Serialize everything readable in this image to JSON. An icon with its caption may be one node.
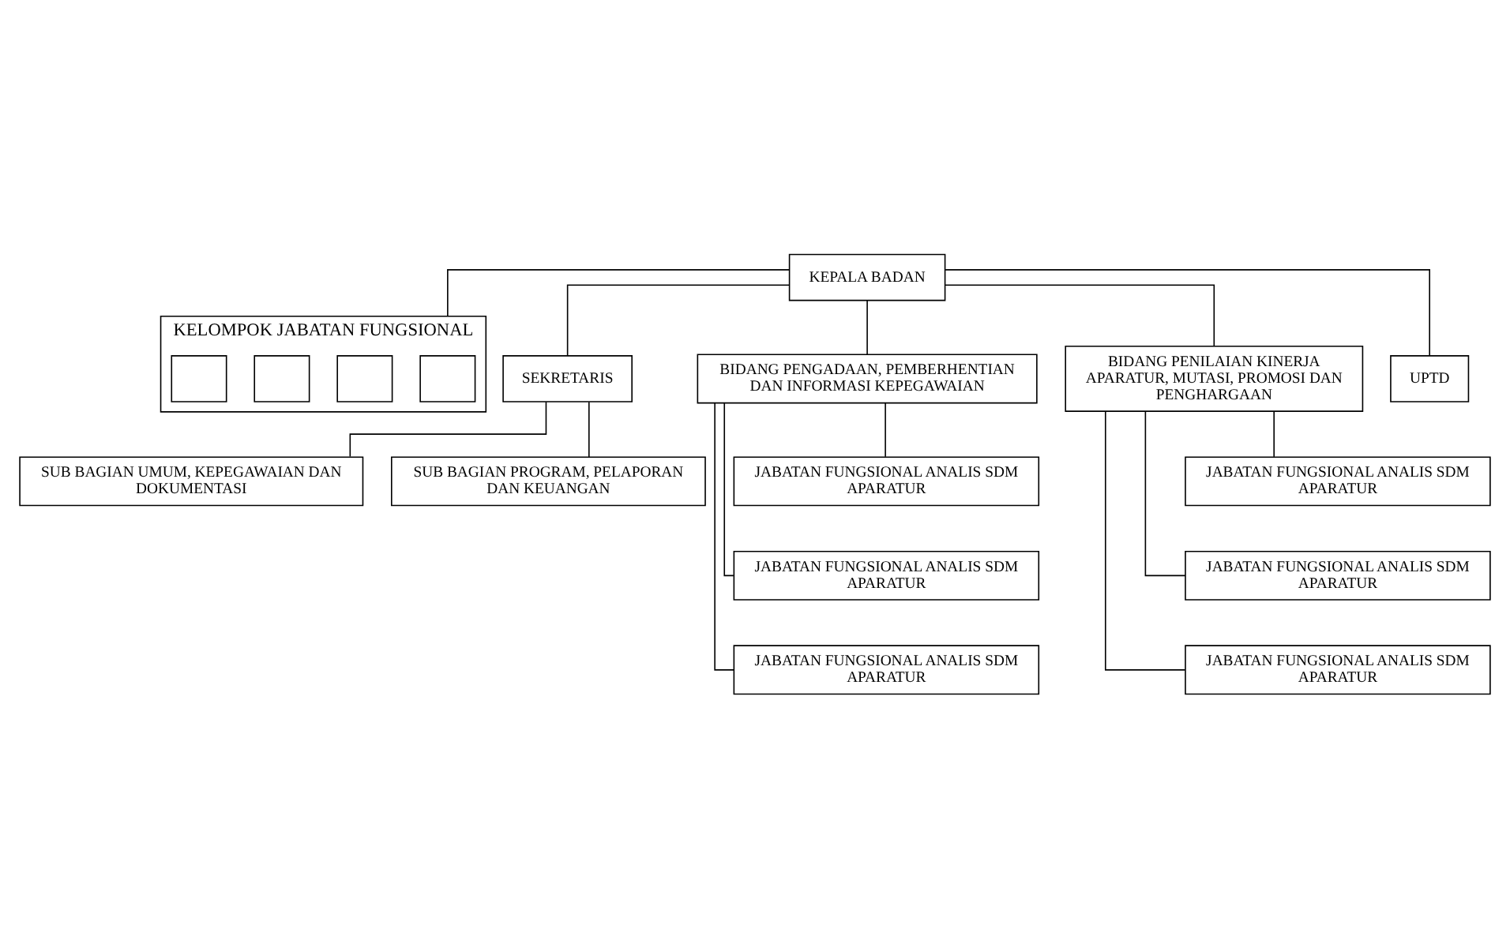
{
  "diagram": {
    "nodes": [
      {
        "text": [
          "KEPALA BADAN"
        ]
      },
      {
        "text": [
          "KELOMPOK JABATAN FUNGSIONAL"
        ]
      },
      {
        "text": [],
        "shape": "box",
        "in": 1
      },
      {
        "text": [],
        "shape": "box",
        "in": 1
      },
      {
        "text": [],
        "shape": "box",
        "in": 1
      },
      {
        "text": [],
        "shape": "box",
        "in": 1
      },
      {
        "text": [
          "SEKRETARIS"
        ]
      },
      {
        "text": [
          "SUB BAGIAN UMUM, KEPEGAWAIAN DAN DOKUMENTASI"
        ]
      },
      {
        "text": [
          "SUB BAGIAN PROGRAM, PELAPORAN DAN KEUANGAN"
        ]
      },
      {
        "text": [
          "BIDANG PENGADAAN, PEMBERHENTIAN DAN INFORMASI KEPEGAWAIAN"
        ]
      },
      {
        "text": [
          "JABATAN FUNGSIONAL ANALIS SDM APARATUR"
        ]
      },
      {
        "text": [
          "JABATAN FUNGSIONAL ANALIS SDM APARATUR"
        ]
      },
      {
        "text": [
          "JABATAN FUNGSIONAL ANALIS SDM APARATUR"
        ]
      },
      {
        "text": [
          "BIDANG PENILAIAN KINERJA APARATUR, MUTASI, PROMOSI DAN PENGHARGAAN"
        ]
      },
      {
        "text": [
          "JABATAN FUNGSIONAL ANALIS SDM APARATUR"
        ]
      },
      {
        "text": [
          "JABATAN FUNGSIONAL ANALIS SDM APARATUR"
        ]
      },
      {
        "text": [
          "JABATAN FUNGSIONAL ANALIS SDM APARATUR"
        ]
      },
      {
        "text": [
          "UPTD"
        ]
      }
    ],
    "edges": [
      {
        "from": 0,
        "to": 1,
        "arrow": "none"
      },
      {
        "from": 0,
        "to": 6,
        "arrow": "none"
      },
      {
        "from": 6,
        "to": 7,
        "arrow": "none"
      },
      {
        "from": 6,
        "to": 8,
        "arrow": "none"
      },
      {
        "from": 0,
        "to": 9,
        "arrow": "none"
      },
      {
        "from": 0,
        "to": 13,
        "arrow": "none"
      },
      {
        "from": 9,
        "to": 10,
        "arrow": "none"
      },
      {
        "from": 9,
        "to": 11,
        "arrow": "none"
      },
      {
        "from": 9,
        "to": 12,
        "arrow": "none"
      },
      {
        "from": 13,
        "to": 14,
        "arrow": "none"
      },
      {
        "from": 13,
        "to": 15,
        "arrow": "none"
      },
      {
        "from": 13,
        "to": 16,
        "arrow": "none"
      },
      {
        "from": 0,
        "to": 17,
        "arrow": "none"
      }
    ]
  }
}
